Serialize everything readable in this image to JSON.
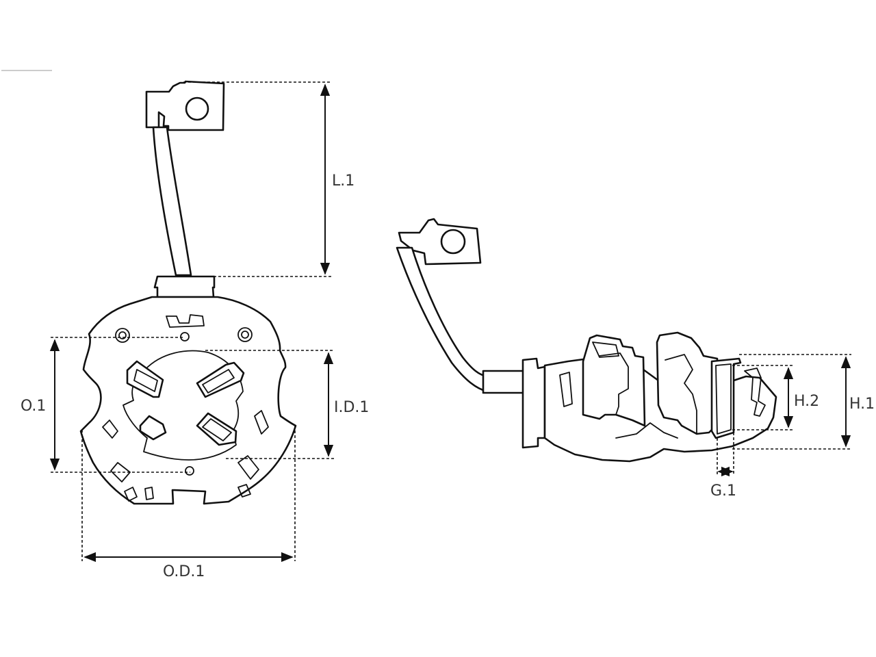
{
  "dimensions": {
    "L1": "L.1",
    "O1": "O.1",
    "ID1": "I.D.1",
    "OD1": "O.D.1",
    "H1": "H.1",
    "H2": "H.2",
    "G1": "G.1"
  },
  "colors": {
    "line": "#111111",
    "label": "#333333",
    "background": "#ffffff"
  }
}
